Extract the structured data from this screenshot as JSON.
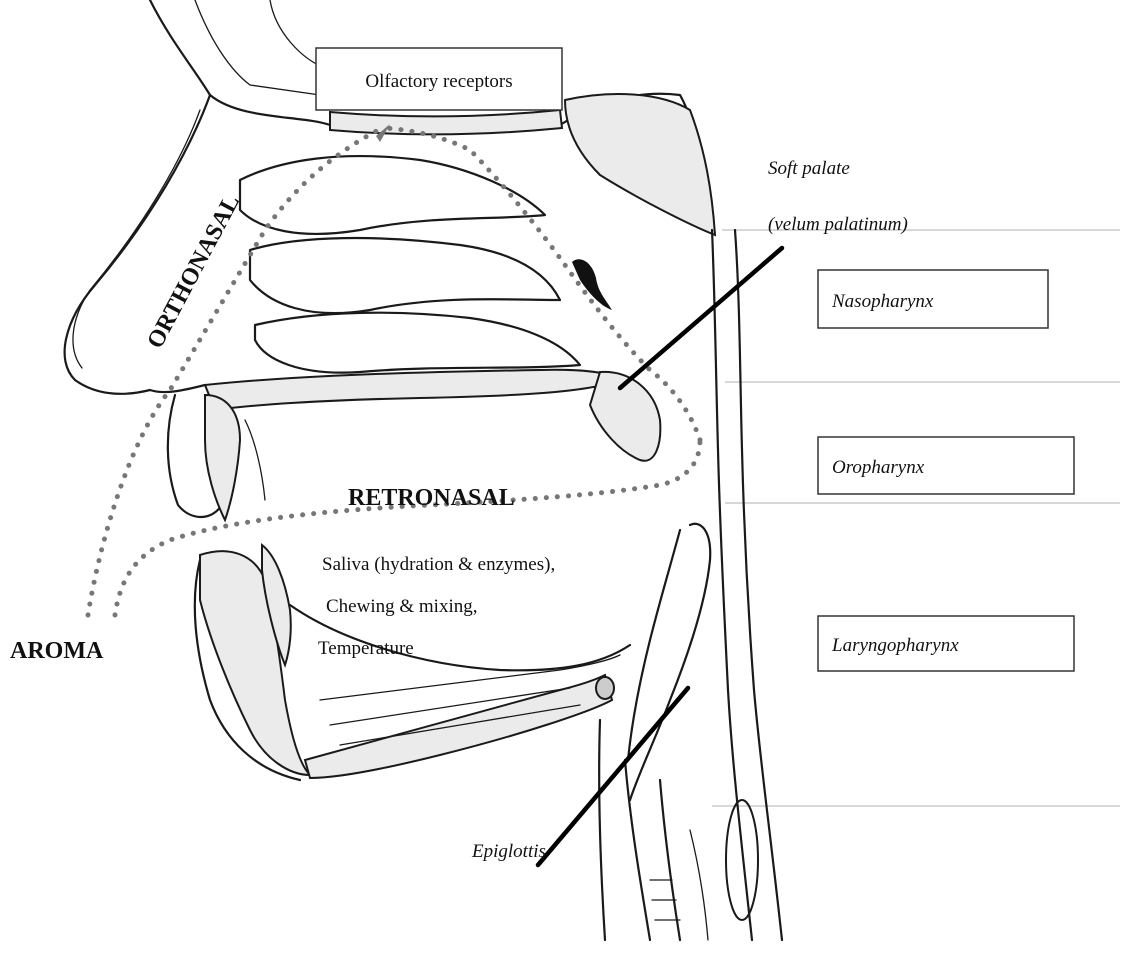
{
  "labels": {
    "olfactory_receptors": "Olfactory receptors",
    "soft_palate_line1": "Soft palate",
    "soft_palate_line2": "(velum palatinum)",
    "nasopharynx": "Nasopharynx",
    "oropharynx": "Oropharynx",
    "laryngopharynx": "Laryngopharynx",
    "orthonasal": "ORTHONASAL",
    "retronasal": "RETRONASAL",
    "oral_line1": "Saliva (hydration & enzymes),",
    "oral_line2": "Chewing & mixing,",
    "oral_line3": "Temperature",
    "aroma": "AROMA",
    "epiglottis": "Epiglottis"
  },
  "colors": {
    "line": "#1a1a1a",
    "dotted_path": "#777777",
    "guide_lines": "#b0b0b0",
    "background": "#ffffff"
  }
}
